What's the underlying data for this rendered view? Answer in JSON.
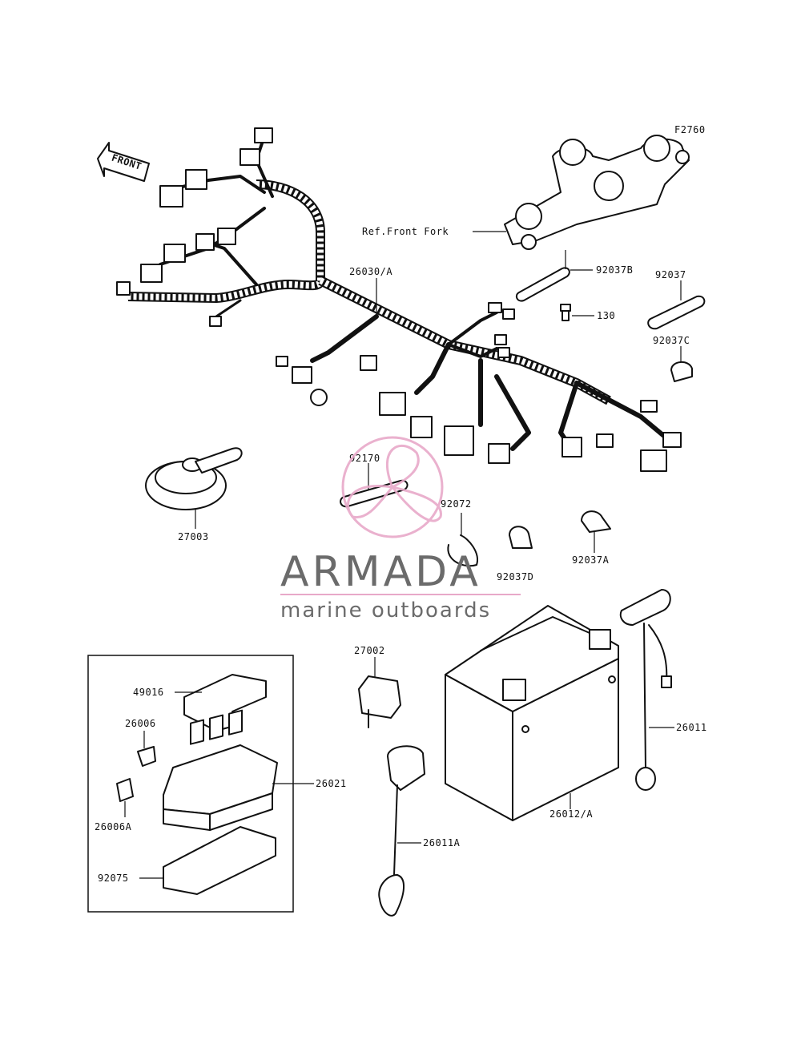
{
  "figure_code": "F2760",
  "front_label": "FRONT",
  "ref_label": "Ref.Front Fork",
  "parts": {
    "p26030A": "26030/A",
    "p92037B": "92037B",
    "p92037": "92037",
    "p130": "130",
    "p92037C": "92037C",
    "p92170": "92170",
    "p92072": "92072",
    "p27003": "27003",
    "p92037D": "92037D",
    "p92037A": "92037A",
    "p27002": "27002",
    "p49016": "49016",
    "p26006": "26006",
    "p26006A": "26006A",
    "p26021": "26021",
    "p92075": "92075",
    "p26011A": "26011A",
    "p26012A": "26012/A",
    "p26011": "26011"
  },
  "watermark": {
    "brand": "ARMADA",
    "tagline": "marine outboards",
    "accent_color": "#e8a9c9",
    "text_color": "#6b6b6b"
  }
}
